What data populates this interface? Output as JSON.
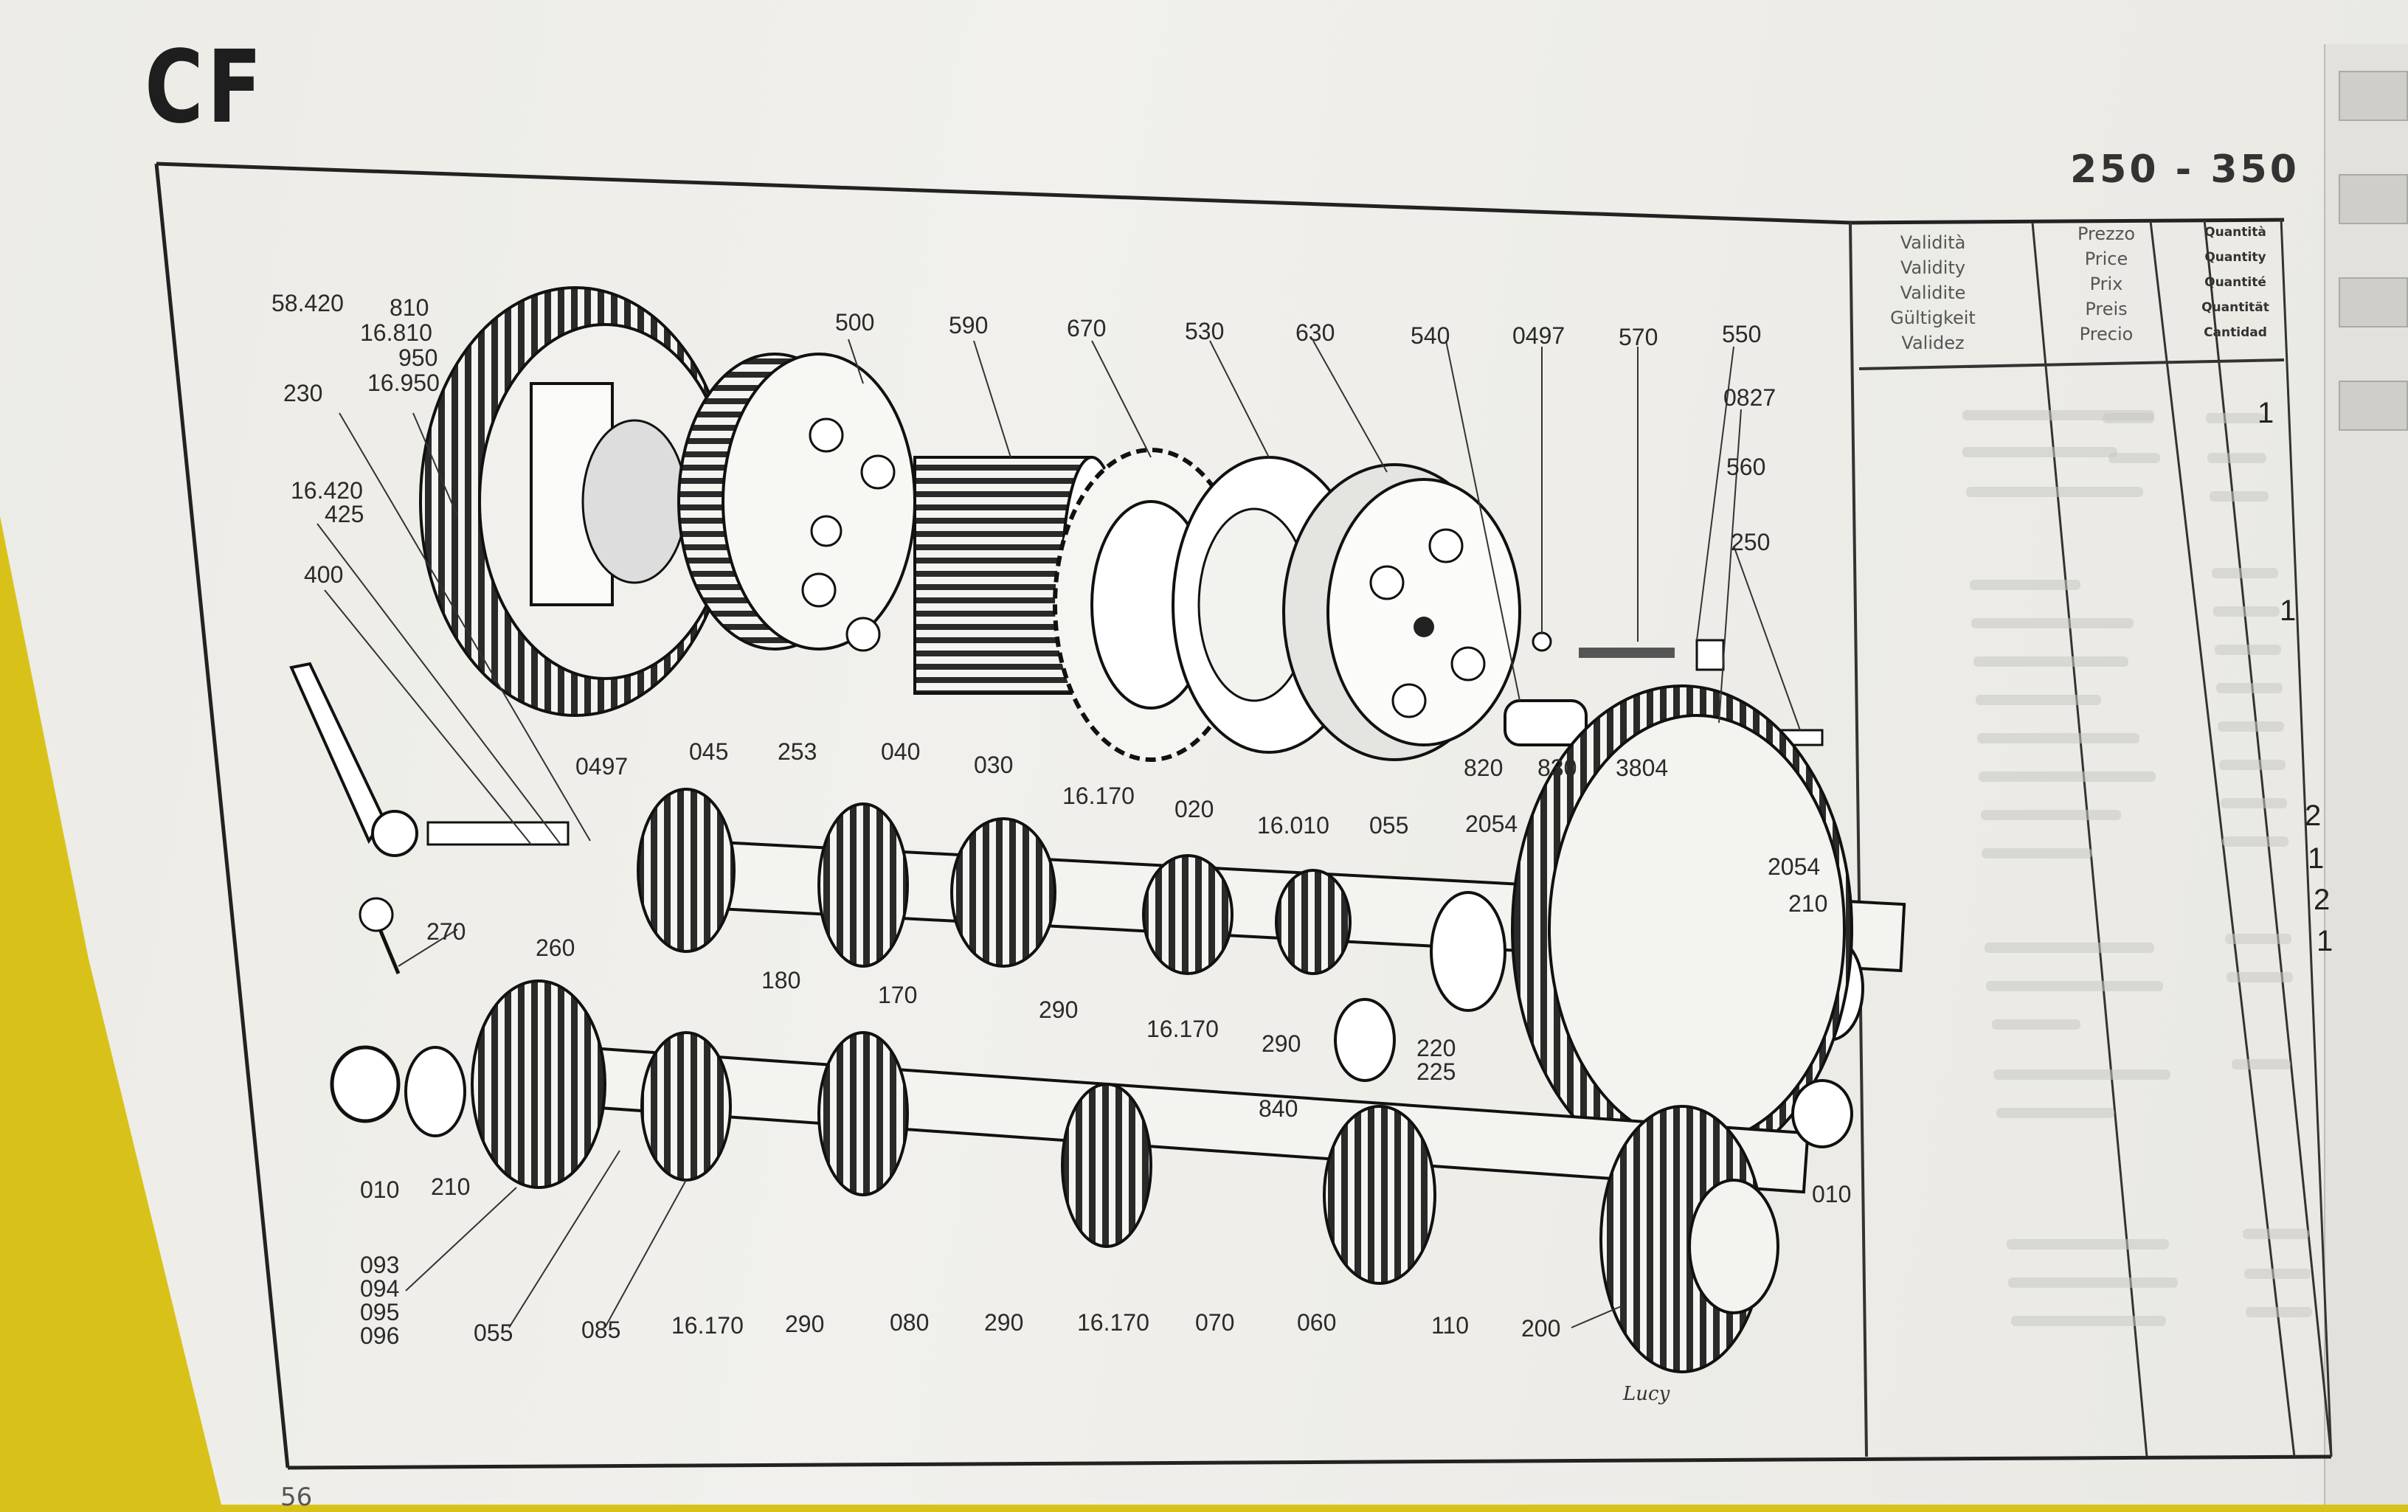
{
  "header": {
    "catalog_code": "CF",
    "model_range": "250 - 350",
    "page_number": "56"
  },
  "table": {
    "validity_header": [
      "Validità",
      "Validity",
      "Validite",
      "Gültigkeit",
      "Validez"
    ],
    "price_header": [
      "Prezzo",
      "Price",
      "Prix",
      "Preis",
      "Precio"
    ],
    "quantity_header": [
      "Quantità",
      "Quantity",
      "Quantité",
      "Quantität",
      "Cantidad"
    ],
    "quantities": [
      "1",
      "1",
      "2",
      "1",
      "2",
      "1"
    ]
  },
  "parts": {
    "row_clutch": [
      "58.420",
      "810",
      "16.810",
      "950",
      "16.950",
      "230",
      "500",
      "590",
      "670",
      "530",
      "630",
      "540",
      "0497",
      "570",
      "550",
      "0827",
      "560",
      "250"
    ],
    "row_shift": [
      "16.420",
      "425",
      "400",
      "0497",
      "045",
      "253",
      "040",
      "030",
      "16.170",
      "020",
      "16.010",
      "055",
      "2054",
      "820",
      "830",
      "3804",
      "2054",
      "210",
      "270",
      "260",
      "180",
      "170",
      "290"
    ],
    "row_lower": [
      "16.170",
      "290",
      "840",
      "220",
      "225",
      "010",
      "210",
      "093",
      "094",
      "095",
      "096",
      "055",
      "085",
      "16.170",
      "290",
      "080",
      "290",
      "16.170",
      "070",
      "060",
      "110",
      "200",
      "010"
    ],
    "signature": "Lucy"
  }
}
